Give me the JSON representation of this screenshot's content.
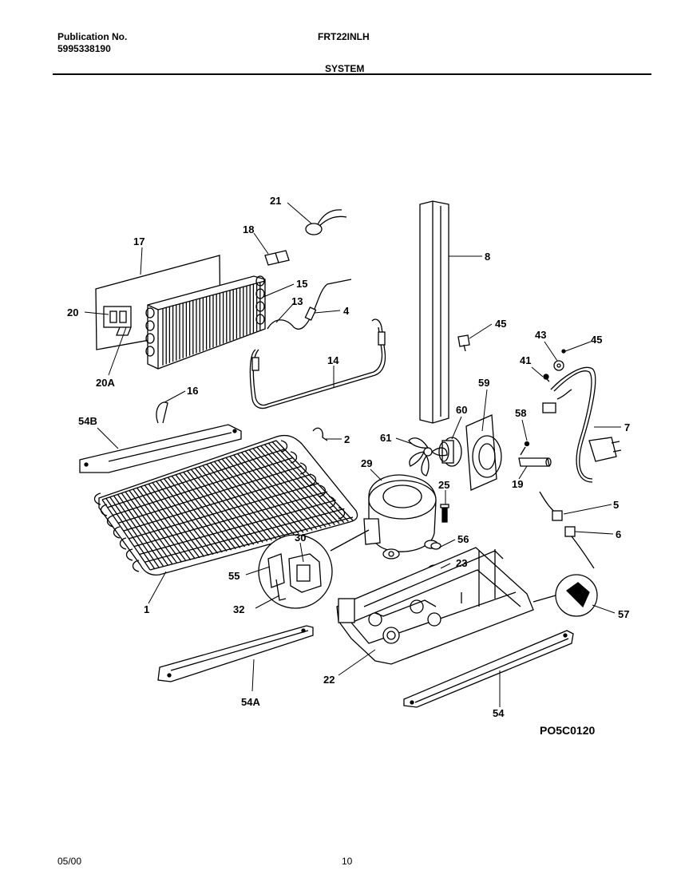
{
  "header": {
    "publication_label": "Publication No.",
    "publication_number": "5995338190",
    "model": "FRT22INLH",
    "section": "SYSTEM"
  },
  "footer": {
    "date": "05/00",
    "page": "10"
  },
  "diagram": {
    "code": "PO5C0120",
    "callouts": [
      "21",
      "18",
      "17",
      "15",
      "13",
      "4",
      "20",
      "20A",
      "14",
      "16",
      "8",
      "45",
      "43",
      "45",
      "41",
      "7",
      "59",
      "60",
      "58",
      "61",
      "19",
      "54B",
      "2",
      "29",
      "25",
      "5",
      "6",
      "30",
      "56",
      "23",
      "55",
      "32",
      "1",
      "57",
      "22",
      "54A",
      "54"
    ]
  }
}
